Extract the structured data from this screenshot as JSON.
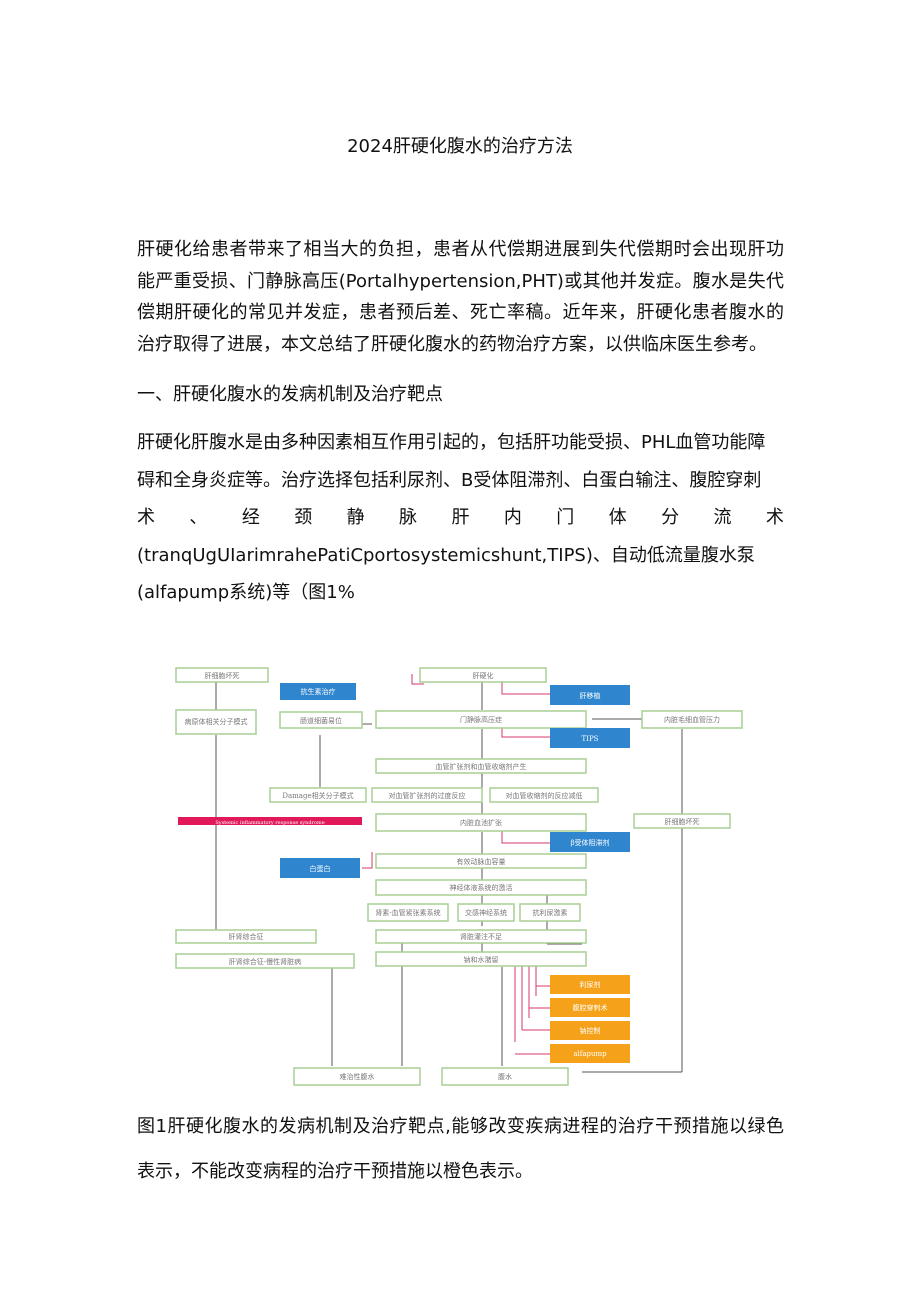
{
  "doc": {
    "title": "2024肝硬化腹水的治疗方法",
    "intro": "肝硬化给患者带来了相当大的负担，患者从代偿期进展到失代偿期时会出现肝功能严重受损、门静脉高压(Portalhypertension,PHT)或其他并发症。腹水是失代偿期肝硬化的常见并发症，患者预后差、死亡率稿。近年来，肝硬化患者腹水的治疗取得了进展，本文总结了肝硬化腹水的药物治疗方案，以供临床医生参考。",
    "section1_heading": "一、肝硬化腹水的发病机制及治疗靶点",
    "section1_line1": "肝硬化肝腹水是由多种因素相互作用引起的，包括肝功能受损、PHL血管功能障",
    "section1_line2": "碍和全身炎症等。治疗选择包括利尿剂、B受体阻滞剂、白蛋白输注、腹腔穿刺",
    "section1_line3_chars": [
      "术",
      "、",
      "经",
      "颈",
      "静",
      "脉",
      "肝",
      "内",
      "门",
      "体",
      "分",
      "流",
      "术"
    ],
    "section1_line4": "(tranqUgUIarimrahePatiCportosystemicshunt,TIPS)、自动低流量腹水泵",
    "section1_line5": "(alfapump系统)等（图1%",
    "caption": "图1肝硬化腹水的发病机制及治疗靶点,能够改变疾病进程的治疗干预措施以绿色表示，不能改变病程的治疗干预措施以橙色表示。"
  },
  "figure": {
    "green_boxes": {
      "cirrhosis": "肝硬化",
      "liver_failure": "肝细胞坏死",
      "pamps": "病原体相关分子模式",
      "bacterial_translocation": "肠道细菌易位",
      "portal_hypertension": "门静脉高压症",
      "intrahepatic_resistance": "内脏毛细血管压力",
      "vasodilators": "血管扩张剂和血管收缩剂产生",
      "damps": "Damage相关分子模式",
      "splanchnic_vasodilation": "对血管扩张剂的过度反应",
      "vasoconstrictor_hyporesponse": "对血管收缩剂的反应减低",
      "splanchnic_pooling": "内脏血池扩张",
      "liver_necrosis": "肝细胞坏死",
      "effective_volume": "有效动脉血容量",
      "neurohumoral": "神经体液系统的激活",
      "raas": "肾素-血管紧张素系统",
      "sns": "交感神经系统",
      "adh": "抗利尿激素",
      "hepatorenal": "肝肾综合征",
      "renal_perfusion": "肾脏灌注不足",
      "hrs_ckd": "肝肾综合征-慢性肾脏病",
      "sodium_retention": "钠和水潴留",
      "refractory_ascites": "难治性腹水",
      "ascites": "腹水"
    },
    "blue_boxes": {
      "antibiotics": "抗生素治疗",
      "transplant": "肝移植",
      "tips": "TIPS",
      "beta_blockers": "β受体阻滞剂",
      "albumin": "白蛋白"
    },
    "magenta_box": "Systemic inflammatory response syndrome",
    "orange_boxes": [
      "利尿剂",
      "腹腔穿刺术",
      "钠控制",
      "alfapump"
    ]
  }
}
